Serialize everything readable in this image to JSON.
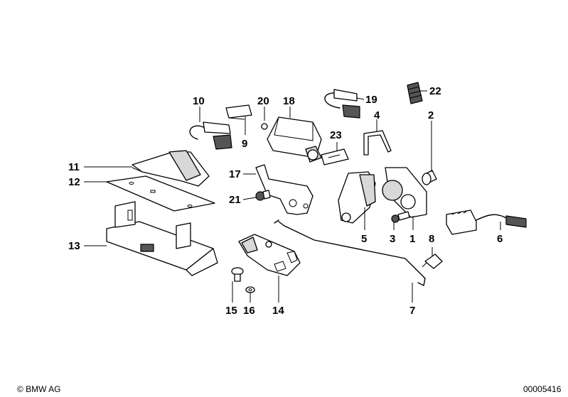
{
  "callouts": [
    "1",
    "2",
    "3",
    "4",
    "5",
    "6",
    "7",
    "8",
    "9",
    "10",
    "11",
    "12",
    "13",
    "14",
    "15",
    "16",
    "17",
    "18",
    "19",
    "20",
    "21",
    "22",
    "23"
  ],
  "footer": {
    "copyright": "© BMW AG",
    "image_number": "00005416"
  }
}
